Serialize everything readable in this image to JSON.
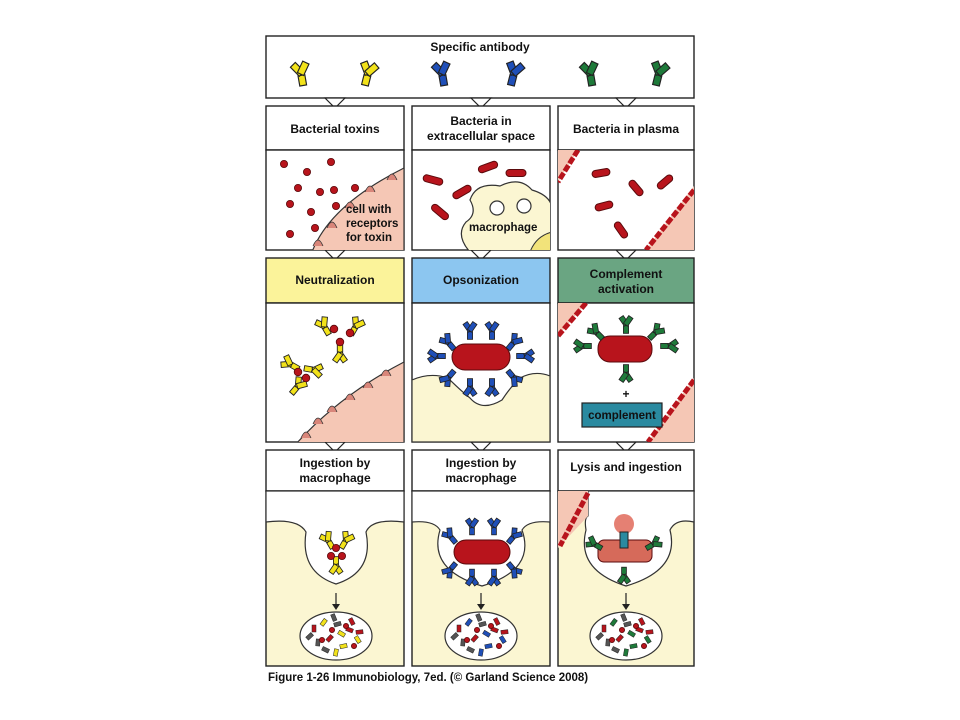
{
  "header": {
    "title": "Specific antibody"
  },
  "columns": [
    {
      "title_lines": [
        "Bacterial toxins"
      ],
      "mechanism_lines": [
        "Neutralization"
      ],
      "ingestion_lines": [
        "Ingestion by",
        "macrophage"
      ]
    },
    {
      "title_lines": [
        "Bacteria in",
        "extracellular space"
      ],
      "mechanism_lines": [
        "Opsonization"
      ],
      "ingestion_lines": [
        "Ingestion by",
        "macrophage"
      ]
    },
    {
      "title_lines": [
        "Bacteria in plasma"
      ],
      "mechanism_lines": [
        "Complement",
        "activation"
      ],
      "ingestion_lines": [
        "Lysis and ingestion"
      ]
    }
  ],
  "annotations": {
    "toxin_cell": [
      "cell with",
      "receptors",
      "for toxin"
    ],
    "macrophage": "macrophage",
    "plus": "+",
    "complement": "complement"
  },
  "caption": "Figure 1-26  Immunobiology, 7ed. (© Garland Science 2008)",
  "colors": {
    "yellow_antibody": "#f2e21a",
    "blue_antibody": "#1f4fb8",
    "green_antibody": "#1e7a3a",
    "bacteria_red": "#b8141c",
    "cell_pink": "#f5c7b5",
    "macrophage_cream": "#fbf6d2",
    "neutralization_bg": "#fbf39a",
    "opsonization_bg": "#8cc6f0",
    "complement_bg": "#6aa582",
    "complement_box": "#2a8aa0"
  }
}
